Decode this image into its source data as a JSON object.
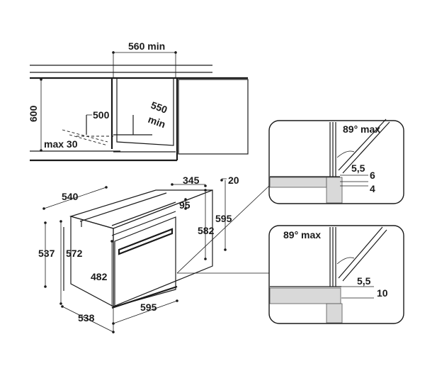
{
  "niche": {
    "width_label": "560 min",
    "height_label": "600",
    "depth_label": "500",
    "depth_min_value": "550",
    "depth_min_suffix": "min",
    "gap_label": "max 30"
  },
  "oven": {
    "width_top": "540",
    "depth_top": "345",
    "trim": "20",
    "front_offset": "95",
    "height_front": "595",
    "height_inner": "582",
    "height_side_outer": "537",
    "height_side_inner": "572",
    "door_height": "482",
    "width_bottom": "595",
    "depth_bottom": "538"
  },
  "detail_top": {
    "angle_label": "89° max",
    "dim_a": "5,5",
    "dim_b": "6",
    "dim_c": "4"
  },
  "detail_bottom": {
    "angle_label": "89° max",
    "dim_a": "5,5",
    "dim_b": "10"
  }
}
